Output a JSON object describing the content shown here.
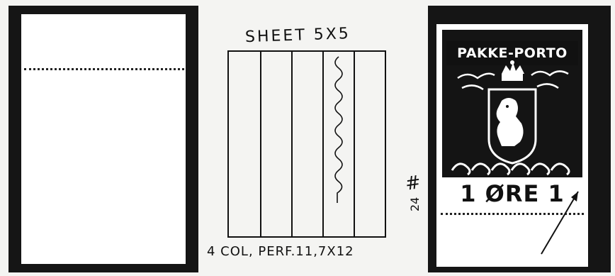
{
  "sketch": {
    "title": "SHEET 5X5",
    "caption": "4 COL, PERF.11,7X12"
  },
  "annotation": {
    "hash": "#",
    "number": "24"
  },
  "stamp": {
    "header": "PAKKE-PORTO",
    "denomination": "1 ØRE 1"
  }
}
